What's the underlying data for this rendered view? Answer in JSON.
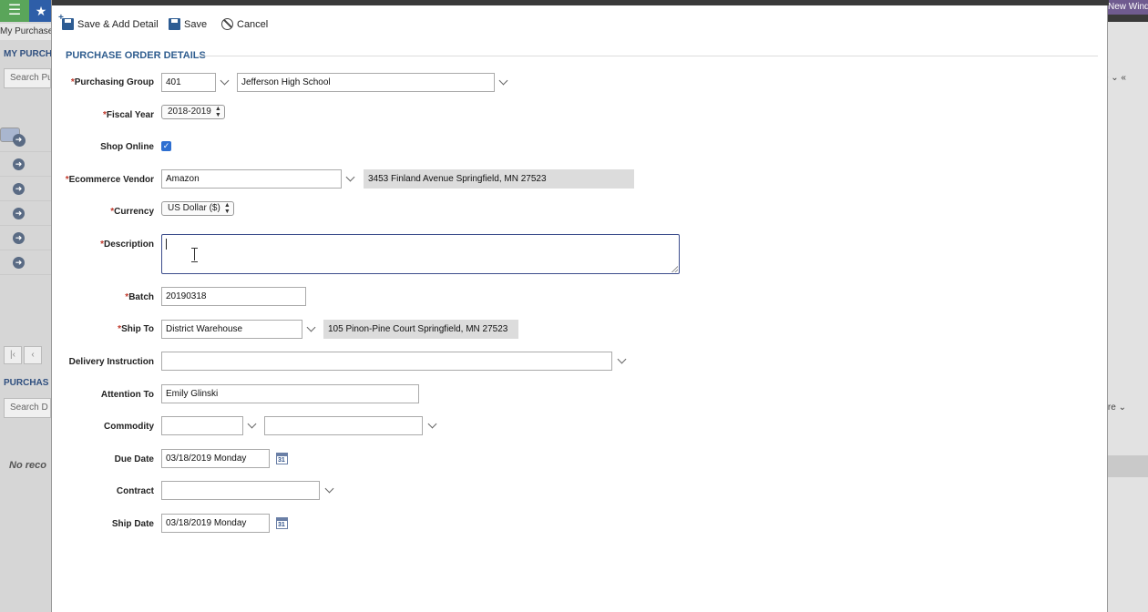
{
  "background": {
    "new_window_label": "New Windo",
    "breadcrumb": "My Purchase",
    "section_my_purchase": "MY PURCH",
    "search_top_placeholder": "Search Pu",
    "section_purchase_details": "PURCHAS",
    "search_bottom_placeholder": "Search D",
    "no_records": "No reco",
    "more_top": "ore",
    "more_bottom": "More"
  },
  "toolbar": {
    "save_add_detail_label": "Save & Add Detail",
    "save_label": "Save",
    "cancel_label": "Cancel"
  },
  "form": {
    "section_title": "PURCHASE ORDER DETAILS",
    "purchasing_group": {
      "label": "Purchasing Group",
      "code": "401",
      "name": "Jefferson High School"
    },
    "fiscal_year": {
      "label": "Fiscal Year",
      "value": "2018-2019"
    },
    "shop_online": {
      "label": "Shop Online",
      "checked": true
    },
    "ecommerce_vendor": {
      "label": "Ecommerce Vendor",
      "value": "Amazon",
      "address": "3453 Finland Avenue Springfield, MN 27523"
    },
    "currency": {
      "label": "Currency",
      "value": "US Dollar ($)"
    },
    "description": {
      "label": "Description",
      "value": ""
    },
    "batch": {
      "label": "Batch",
      "value": "20190318"
    },
    "ship_to": {
      "label": "Ship To",
      "value": "District Warehouse",
      "address": "105 Pinon-Pine Court Springfield, MN 27523"
    },
    "delivery_instruction": {
      "label": "Delivery Instruction",
      "value": ""
    },
    "attention_to": {
      "label": "Attention To",
      "value": "Emily Glinski"
    },
    "commodity": {
      "label": "Commodity",
      "value1": "",
      "value2": ""
    },
    "due_date": {
      "label": "Due Date",
      "value": "03/18/2019 Monday"
    },
    "contract": {
      "label": "Contract",
      "value": ""
    },
    "ship_date": {
      "label": "Ship Date",
      "value": "03/18/2019 Monday"
    },
    "required_marker": "*",
    "calendar_day": "31"
  }
}
